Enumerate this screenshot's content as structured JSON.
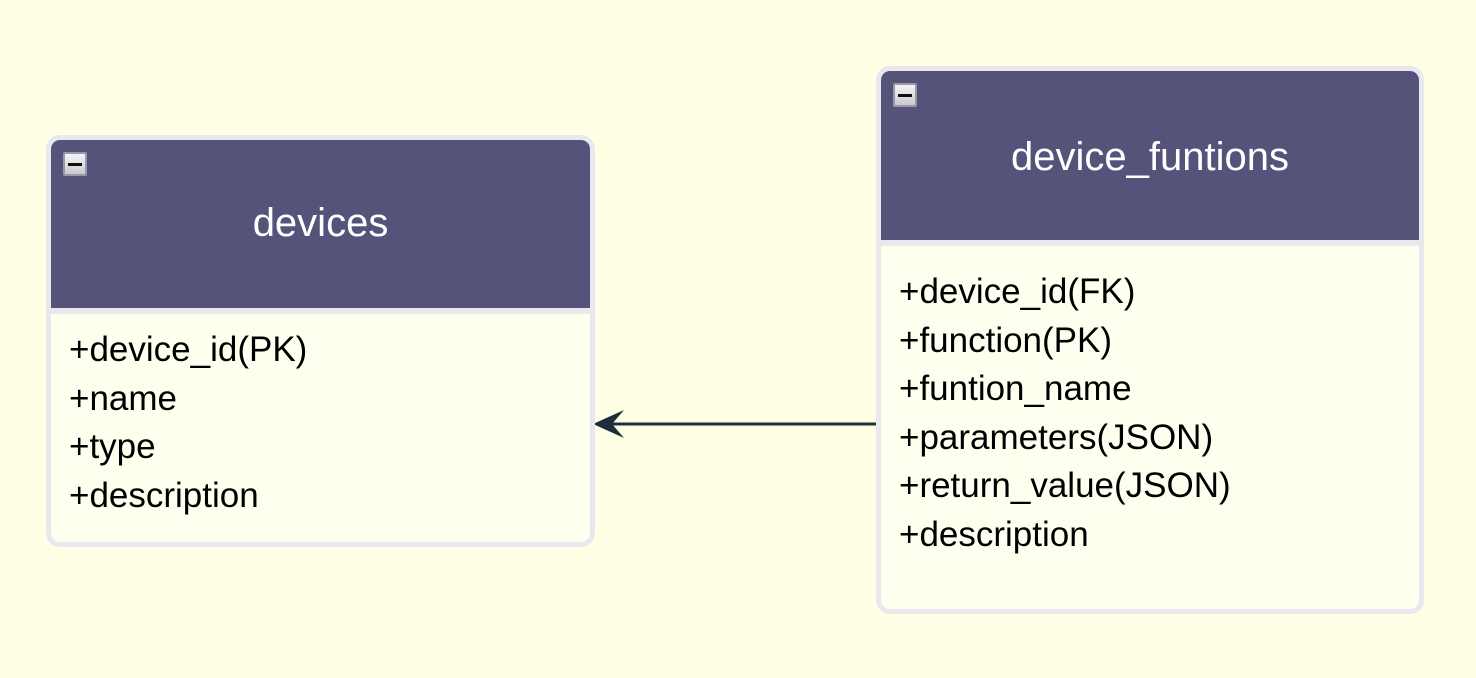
{
  "entities": {
    "devices": {
      "title": "devices",
      "fields": [
        "+device_id(PK)",
        "+name",
        "+type",
        "+description"
      ]
    },
    "device_funtions": {
      "title": "device_funtions",
      "fields": [
        "+device_id(FK)",
        "+function(PK)",
        "+funtion_name",
        "+parameters(JSON)",
        "+return_value(JSON)",
        "+description"
      ]
    }
  },
  "colors": {
    "background": "#ffffe6",
    "header": "#56537b",
    "border": "#e8e8ee",
    "connector": "#1f2d3d"
  },
  "icons": {
    "collapse": "collapse-icon"
  }
}
